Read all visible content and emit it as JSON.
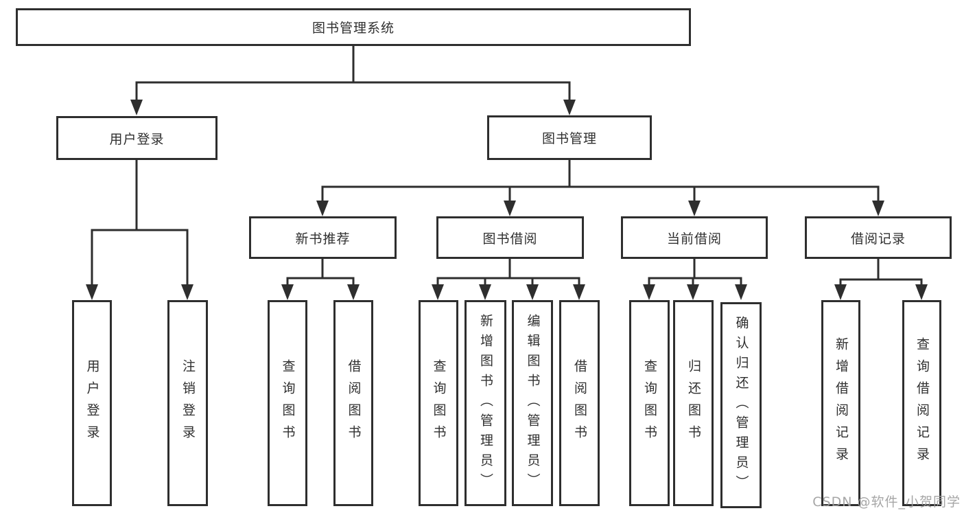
{
  "diagram": {
    "root": {
      "label": "图书管理系统",
      "children": [
        {
          "label": "用户登录",
          "children": [
            {
              "label": "用户登录"
            },
            {
              "label": "注销登录"
            }
          ]
        },
        {
          "label": "图书管理",
          "children": [
            {
              "label": "新书推荐",
              "children": [
                {
                  "label": "查询图书"
                },
                {
                  "label": "借阅图书"
                }
              ]
            },
            {
              "label": "图书借阅",
              "children": [
                {
                  "label": "查询图书"
                },
                {
                  "label": "新增图书（管理员）"
                },
                {
                  "label": "编辑图书（管理员）"
                },
                {
                  "label": "借阅图书"
                }
              ]
            },
            {
              "label": "当前借阅",
              "children": [
                {
                  "label": "查询图书"
                },
                {
                  "label": "归还图书"
                },
                {
                  "label": "确认归还（管理员）"
                }
              ]
            },
            {
              "label": "借阅记录",
              "children": [
                {
                  "label": "新增借阅记录"
                },
                {
                  "label": "查询借阅记录"
                }
              ]
            }
          ]
        }
      ]
    },
    "watermark": "CSDN @软件_小贺同学",
    "colors": {
      "line": "#2e2e2e",
      "node_border": "#2e2e2e",
      "text": "#2f2f2f",
      "watermark": "#9e9e9e",
      "background": "#ffffff"
    }
  }
}
